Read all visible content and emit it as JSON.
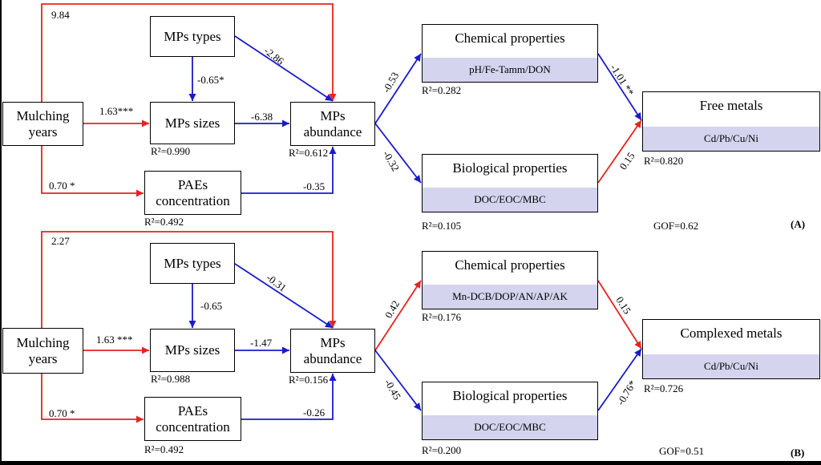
{
  "colors": {
    "positive": "#e8231f",
    "negative": "#1a1aca",
    "subfill": "#d4d4ef"
  },
  "panels": [
    {
      "tag": "(A)",
      "gof": "GOF=0.62",
      "nodes": {
        "mulching": [
          "Mulching",
          "years"
        ],
        "mp_types": "MPs types",
        "mp_sizes": "MPs sizes",
        "paes": [
          "PAEs",
          "concentration"
        ],
        "mp_abundance": [
          "MPs",
          "abundance"
        ],
        "chem": {
          "title": "Chemical properties",
          "sub": "pH/Fe-Tamm/DON"
        },
        "bio": {
          "title": "Biological properties",
          "sub": "DOC/EOC/MBC"
        },
        "metals": {
          "title": "Free metals",
          "sub": "Cd/Pb/Cu/Ni"
        }
      },
      "r2": {
        "mp_sizes": "R²=0.990",
        "mp_abundance": "R²=0.612",
        "paes": "R²=0.492",
        "chem": "R²=0.282",
        "bio": "R²=0.105",
        "metals": "R²=0.820"
      },
      "coeffs": {
        "mulch_top": "9.84",
        "types_sizes": "-0.65*",
        "types_abund": "-2.86",
        "mulch_sizes": "1.63***",
        "sizes_abund": "-6.38",
        "mulch_paes": "0.70 *",
        "paes_abund": "-0.35",
        "abund_chem": "-0.53",
        "abund_bio": "-0.32",
        "chem_metals": "-1.01 **",
        "bio_metals": "0.15"
      }
    },
    {
      "tag": "(B)",
      "gof": "GOF=0.51",
      "nodes": {
        "mulching": [
          "Mulching",
          "years"
        ],
        "mp_types": "MPs types",
        "mp_sizes": "MPs sizes",
        "paes": [
          "PAEs",
          "concentration"
        ],
        "mp_abundance": [
          "MPs",
          "abundance"
        ],
        "chem": {
          "title": "Chemical properties",
          "sub": "Mn-DCB/DOP/AN/AP/AK"
        },
        "bio": {
          "title": "Biological properties",
          "sub": "DOC/EOC/MBC"
        },
        "metals": {
          "title": "Complexed metals",
          "sub": "Cd/Pb/Cu/Ni"
        }
      },
      "r2": {
        "mp_sizes": "R²=0.988",
        "mp_abundance": "R²=0.156",
        "paes": "R²=0.492",
        "chem": "R²=0.176",
        "bio": "R²=0.200",
        "metals": "R²=0.726"
      },
      "coeffs": {
        "mulch_top": "2.27",
        "types_sizes": "-0.65",
        "types_abund": "-0.31",
        "mulch_sizes": "1.63 ***",
        "sizes_abund": "-1.47",
        "mulch_paes": "0.70 *",
        "paes_abund": "-0.26",
        "abund_chem": "0.42",
        "abund_bio": "-0.45",
        "chem_metals": "0.15",
        "bio_metals": "-0.76*"
      }
    }
  ]
}
